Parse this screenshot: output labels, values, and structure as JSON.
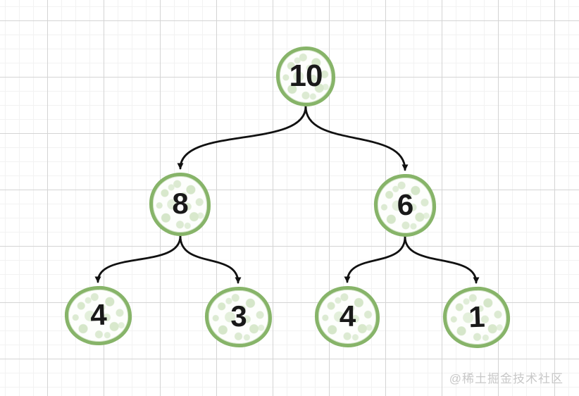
{
  "diagram": {
    "type": "binary-tree",
    "nodes": [
      {
        "id": "root",
        "value": "10"
      },
      {
        "id": "left",
        "value": "8"
      },
      {
        "id": "right",
        "value": "6"
      },
      {
        "id": "left-left",
        "value": "4"
      },
      {
        "id": "left-right",
        "value": "3"
      },
      {
        "id": "right-left",
        "value": "4"
      },
      {
        "id": "right-right",
        "value": "1"
      }
    ],
    "edges": [
      {
        "from": "10",
        "to": "8"
      },
      {
        "from": "10",
        "to": "6"
      },
      {
        "from": "8",
        "to": "4"
      },
      {
        "from": "8",
        "to": "3"
      },
      {
        "from": "6",
        "to": "4"
      },
      {
        "from": "6",
        "to": "1"
      }
    ]
  },
  "watermark": {
    "text": "@稀土掘金技术社区"
  },
  "colors": {
    "node_stroke": "#87b469",
    "node_speckle": "#d8e8cc",
    "arrow": "#111111",
    "grid_major": "#d4d4d4",
    "grid_minor": "#f2f2f2",
    "watermark": "#c8c8c8"
  }
}
